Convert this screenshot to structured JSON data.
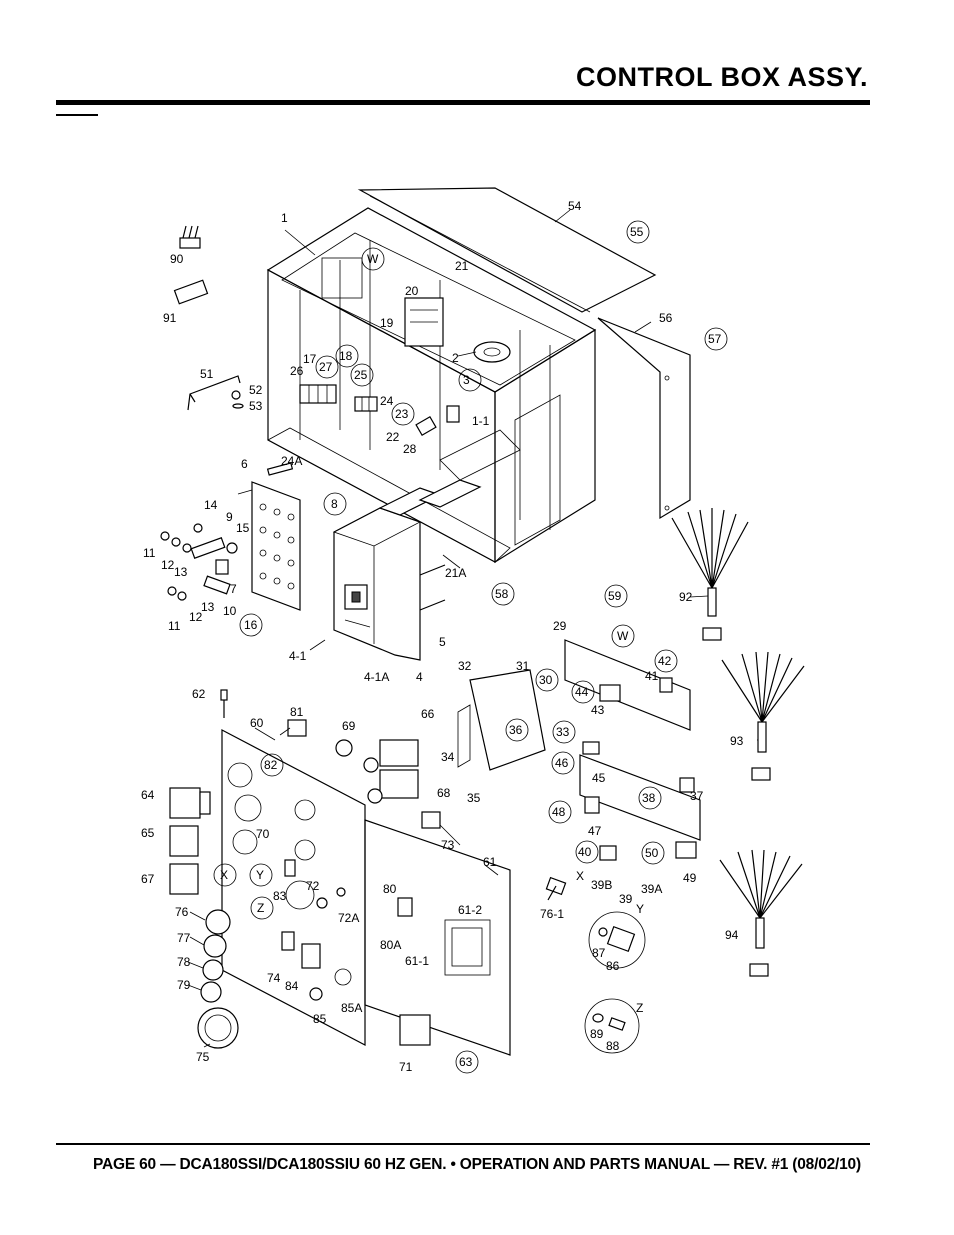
{
  "page": {
    "title": "CONTROL BOX ASSY.",
    "footer": "PAGE 60 — DCA180SSI/DCA180SSIU 60 HZ GEN. • OPERATION AND PARTS MANUAL — REV. #1 (08/02/10)"
  },
  "diagram": {
    "labels": [
      "1",
      "W",
      "21",
      "20",
      "19",
      "2",
      "3",
      "18",
      "17",
      "27",
      "26",
      "25",
      "24",
      "23",
      "22",
      "28",
      "1-1",
      "54",
      "55",
      "56",
      "57",
      "90",
      "91",
      "51",
      "52",
      "53",
      "6",
      "24A",
      "8",
      "14",
      "9",
      "15",
      "11",
      "12",
      "13",
      "7",
      "10",
      "16",
      "4-1",
      "4-1A",
      "4",
      "5",
      "21A",
      "58",
      "59",
      "92",
      "62",
      "81",
      "60",
      "69",
      "66",
      "82",
      "64",
      "70",
      "65",
      "67",
      "X",
      "Y",
      "Z",
      "76",
      "77",
      "78",
      "79",
      "75",
      "83",
      "72",
      "72A",
      "80",
      "80A",
      "74",
      "84",
      "85",
      "85A",
      "73",
      "68",
      "61",
      "61-2",
      "61-1",
      "71",
      "63",
      "32",
      "31",
      "30",
      "36",
      "33",
      "34",
      "35",
      "29",
      "44",
      "43",
      "42",
      "41",
      "46",
      "45",
      "48",
      "47",
      "38",
      "37",
      "40",
      "39B",
      "39",
      "39A",
      "50",
      "49",
      "93",
      "94",
      "76-1",
      "87",
      "86",
      "89",
      "88"
    ]
  }
}
